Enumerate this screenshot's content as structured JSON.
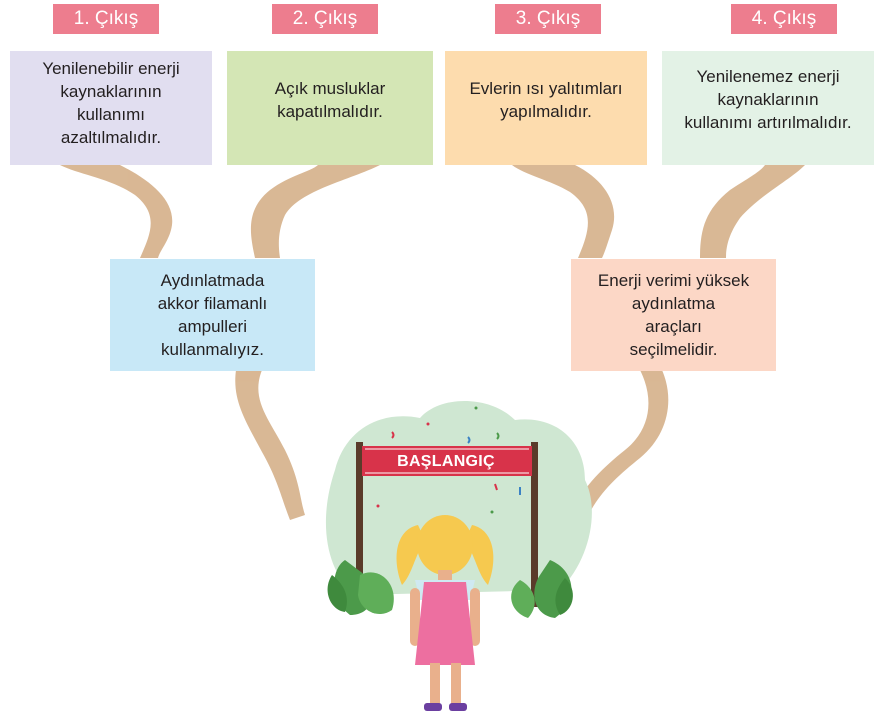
{
  "exits": [
    {
      "label": "1. Çıkış"
    },
    {
      "label": "2. Çıkış"
    },
    {
      "label": "3. Çıkış"
    },
    {
      "label": "4. Çıkış"
    }
  ],
  "top_boxes": [
    {
      "text": "Yenilenebilir enerji\nkaynaklarının\nkullanımı\nazaltılmalıdır.",
      "color": "#e1def0"
    },
    {
      "text": "Açık musluklar\nkapatılmalıdır.",
      "color": "#d4e6b5"
    },
    {
      "text": "Evlerin ısı yalıtımları\nyapılmalıdır.",
      "color": "#fddcae"
    },
    {
      "text": "Yenilenemez enerji\nkaynaklarının\nkullanımı artırılmalıdır.",
      "color": "#e3f2e6"
    }
  ],
  "middle_boxes": [
    {
      "text": "Aydınlatmada\nakkor filamanlı\nampulleri\nkullanmalıyız.",
      "color": "#c8e8f7"
    },
    {
      "text": "Enerji verimi yüksek\naydınlatma\naraçları\nseçilmelidir.",
      "color": "#fcd7c6"
    }
  ],
  "banner": {
    "text": "BAŞLANGIÇ",
    "color": "#d8334a"
  },
  "colors": {
    "exit_label": "#ed7d8e",
    "path": "#d7b48f",
    "bush": "#cfe7d2",
    "leaf": "#4c9a4a"
  }
}
